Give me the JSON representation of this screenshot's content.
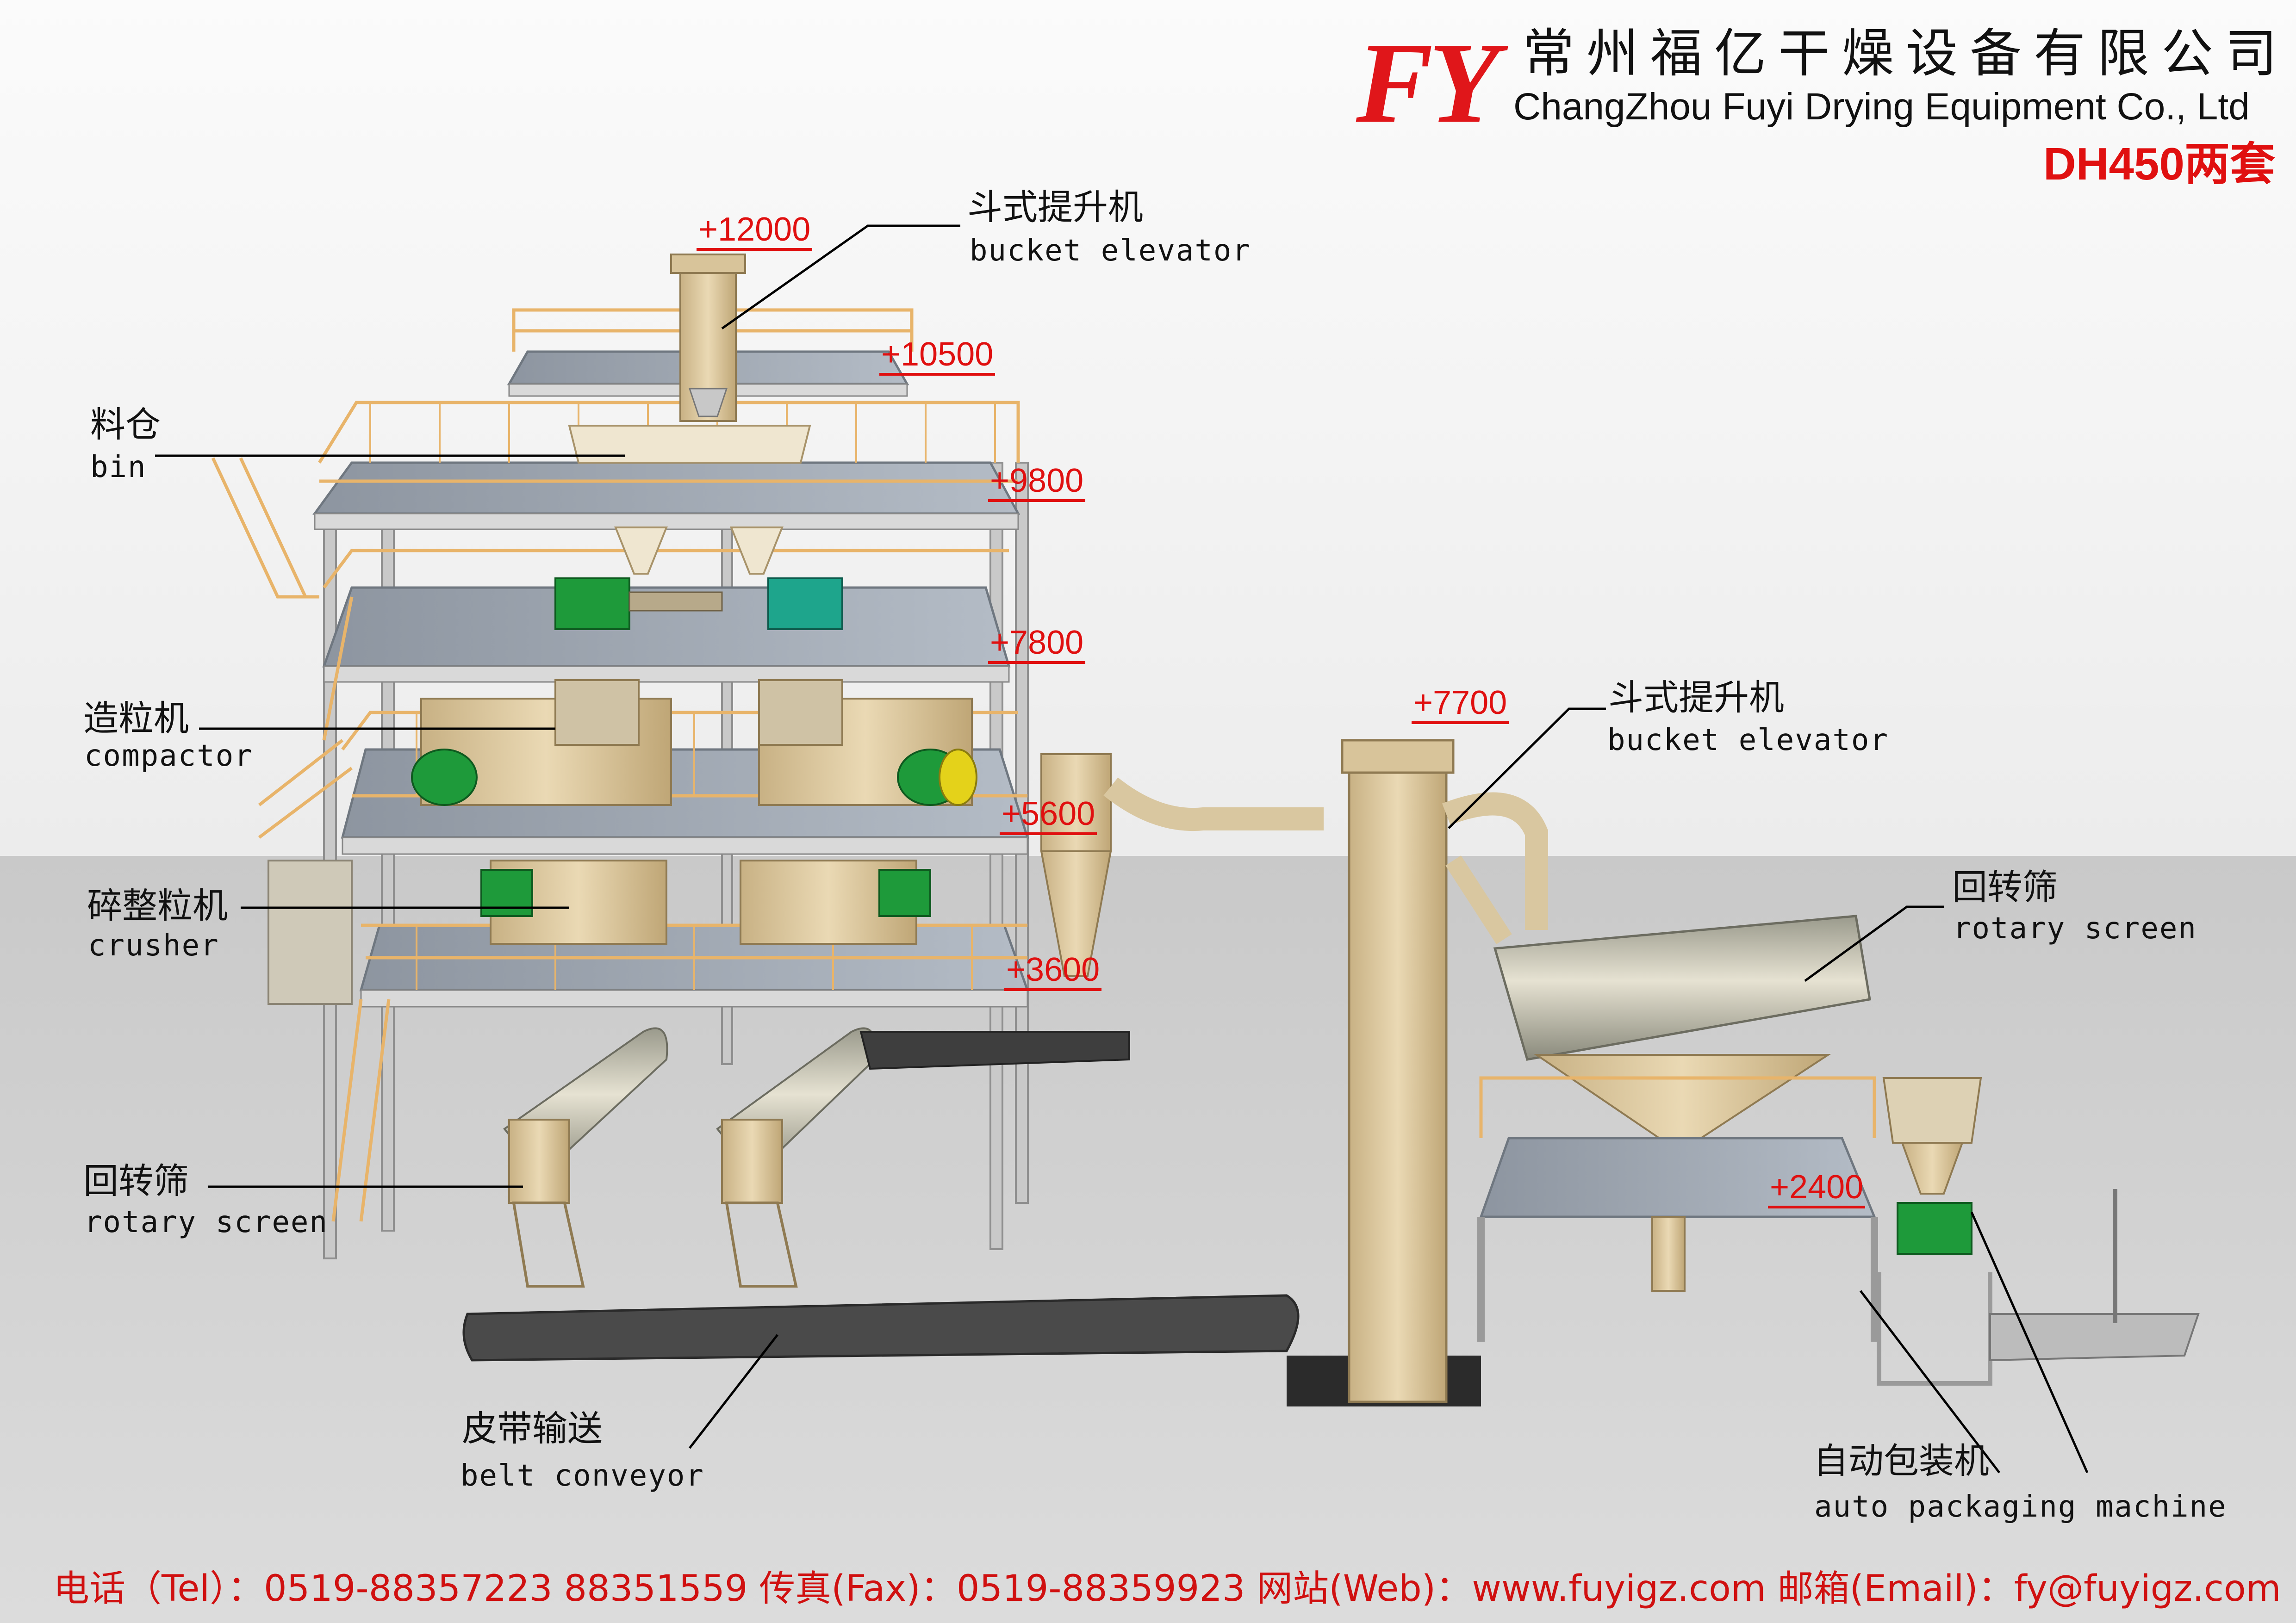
{
  "header": {
    "logo": "FY",
    "company_zh": "常州福亿干燥设备有限公司",
    "company_en": "ChangZhou Fuyi Drying Equipment Co., Ltd",
    "model": "DH450两套"
  },
  "labels": {
    "bucket_elevator_top_zh": "斗式提升机",
    "bucket_elevator_top_en": "bucket elevator",
    "bin_zh": "料仓",
    "bin_en": "bin",
    "compactor_zh": "造粒机",
    "compactor_en": "compactor",
    "crusher_zh": "碎整粒机",
    "crusher_en": "crusher",
    "rotary_screen_left_zh": "回转筛",
    "rotary_screen_left_en": "rotary screen",
    "belt_conveyor_zh": "皮带输送",
    "belt_conveyor_en": "belt conveyor",
    "bucket_elevator_right_zh": "斗式提升机",
    "bucket_elevator_right_en": "bucket elevator",
    "rotary_screen_right_zh": "回转筛",
    "rotary_screen_right_en": "rotary screen",
    "auto_packaging_zh": "自动包装机",
    "auto_packaging_en": "auto packaging machine"
  },
  "elevations": {
    "e12000": "+12000",
    "e10500": "+10500",
    "e9800": "+9800",
    "e7800": "+7800",
    "e5600": "+5600",
    "e3600": "+3600",
    "e7700": "+7700",
    "e2400": "+2400"
  },
  "footer": {
    "contact": "电话（Tel）：0519-88357223 88351559 传真(Fax)：0519-88359923 网站(Web)：www.fuyigz.com  邮箱(Email)：fy@fuyigz.com"
  },
  "colors": {
    "elevation_red": "#e01010",
    "machine_tan": "#d9c7a0",
    "railing": "#e8b46a",
    "floor": "#cfcfcf",
    "motor_green": "#1e9a3a"
  }
}
